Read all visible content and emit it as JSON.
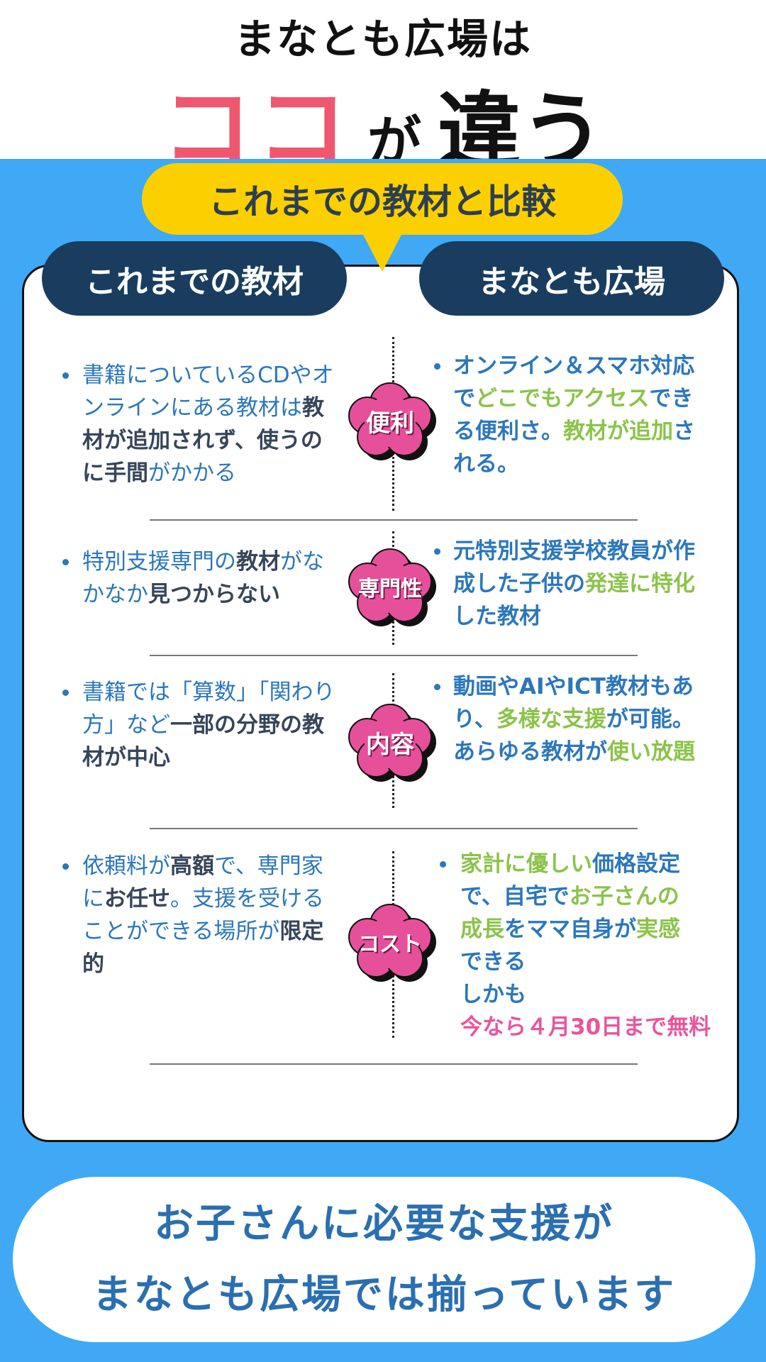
{
  "header": {
    "title_line1": "まなとも広場は",
    "highlight": "ココ",
    "particle": "が",
    "emphasis": "違う"
  },
  "comparison_banner": "これまでの教材と比較",
  "columns": {
    "left": "これまでの教材",
    "right": "まなとも広場"
  },
  "colors": {
    "blue_band": "#3fa9f5",
    "pink_title": "#f0566e",
    "navy": "#1a3d5f",
    "yellow": "#fcd000",
    "text_blue": "#2b77bb",
    "text_dark": "#374559",
    "text_green": "#8bc34a",
    "text_pink": "#e8559b",
    "cloud_pink": "#e6509a"
  },
  "rows": [
    {
      "label": "便利",
      "left": [
        {
          "text": "書籍についているCDやオ\nンラインにある教材は",
          "style": "blue"
        },
        {
          "text": "教\n材が追加されず、使うの\nに手間",
          "style": "dark"
        },
        {
          "text": "がかかる",
          "style": "blue"
        }
      ],
      "right": [
        {
          "text": "オンライン＆スマホ対応\nで",
          "style": "blue"
        },
        {
          "text": "どこでもアクセス",
          "style": "green"
        },
        {
          "text": "でき\nる便利さ。",
          "style": "blue"
        },
        {
          "text": "教材が追加",
          "style": "green"
        },
        {
          "text": "さ\nれる。",
          "style": "blue"
        }
      ]
    },
    {
      "label": "専門性",
      "left": [
        {
          "text": "特別支援専門の",
          "style": "blue"
        },
        {
          "text": "教材",
          "style": "dark"
        },
        {
          "text": "がな\nかなか",
          "style": "blue"
        },
        {
          "text": "見つからない",
          "style": "dark"
        }
      ],
      "right": [
        {
          "text": "元特別支援学校教員が作\n成した子供の",
          "style": "blue"
        },
        {
          "text": "発達に特化",
          "style": "green"
        },
        {
          "text": "\nした教材",
          "style": "blue"
        }
      ]
    },
    {
      "label": "内容",
      "left": [
        {
          "text": "書籍では「算数」「関わり\n方」など",
          "style": "blue"
        },
        {
          "text": "一部の分野の教\n材が中心",
          "style": "dark"
        }
      ],
      "right": [
        {
          "text": "動画やAIやICT教材もあ\nり、",
          "style": "blue"
        },
        {
          "text": "多様な支援",
          "style": "green"
        },
        {
          "text": "が可能。\nあらゆる教材が",
          "style": "blue"
        },
        {
          "text": "使い放題",
          "style": "green"
        }
      ]
    },
    {
      "label": "コスト",
      "left": [
        {
          "text": "依頼料が",
          "style": "blue"
        },
        {
          "text": "高額",
          "style": "dark"
        },
        {
          "text": "で、専門家\nに",
          "style": "blue"
        },
        {
          "text": "お任せ",
          "style": "dark"
        },
        {
          "text": "。支援を受ける\nことができる場所が",
          "style": "blue"
        },
        {
          "text": "限定\n的",
          "style": "dark"
        }
      ],
      "right": [
        {
          "text": "家計に優しい",
          "style": "green"
        },
        {
          "text": "価格設定\nで、自宅で",
          "style": "blue"
        },
        {
          "text": "お子さんの\n成長",
          "style": "green"
        },
        {
          "text": "をママ自身が",
          "style": "blue"
        },
        {
          "text": "実感",
          "style": "green"
        },
        {
          "text": "\nできる\nしかも\n",
          "style": "blue"
        },
        {
          "text": "今なら４月30日まで無料",
          "style": "pink"
        }
      ]
    }
  ],
  "footer": {
    "line1": "お子さんに必要な支援が",
    "line2": "まなとも広場では揃っています"
  }
}
